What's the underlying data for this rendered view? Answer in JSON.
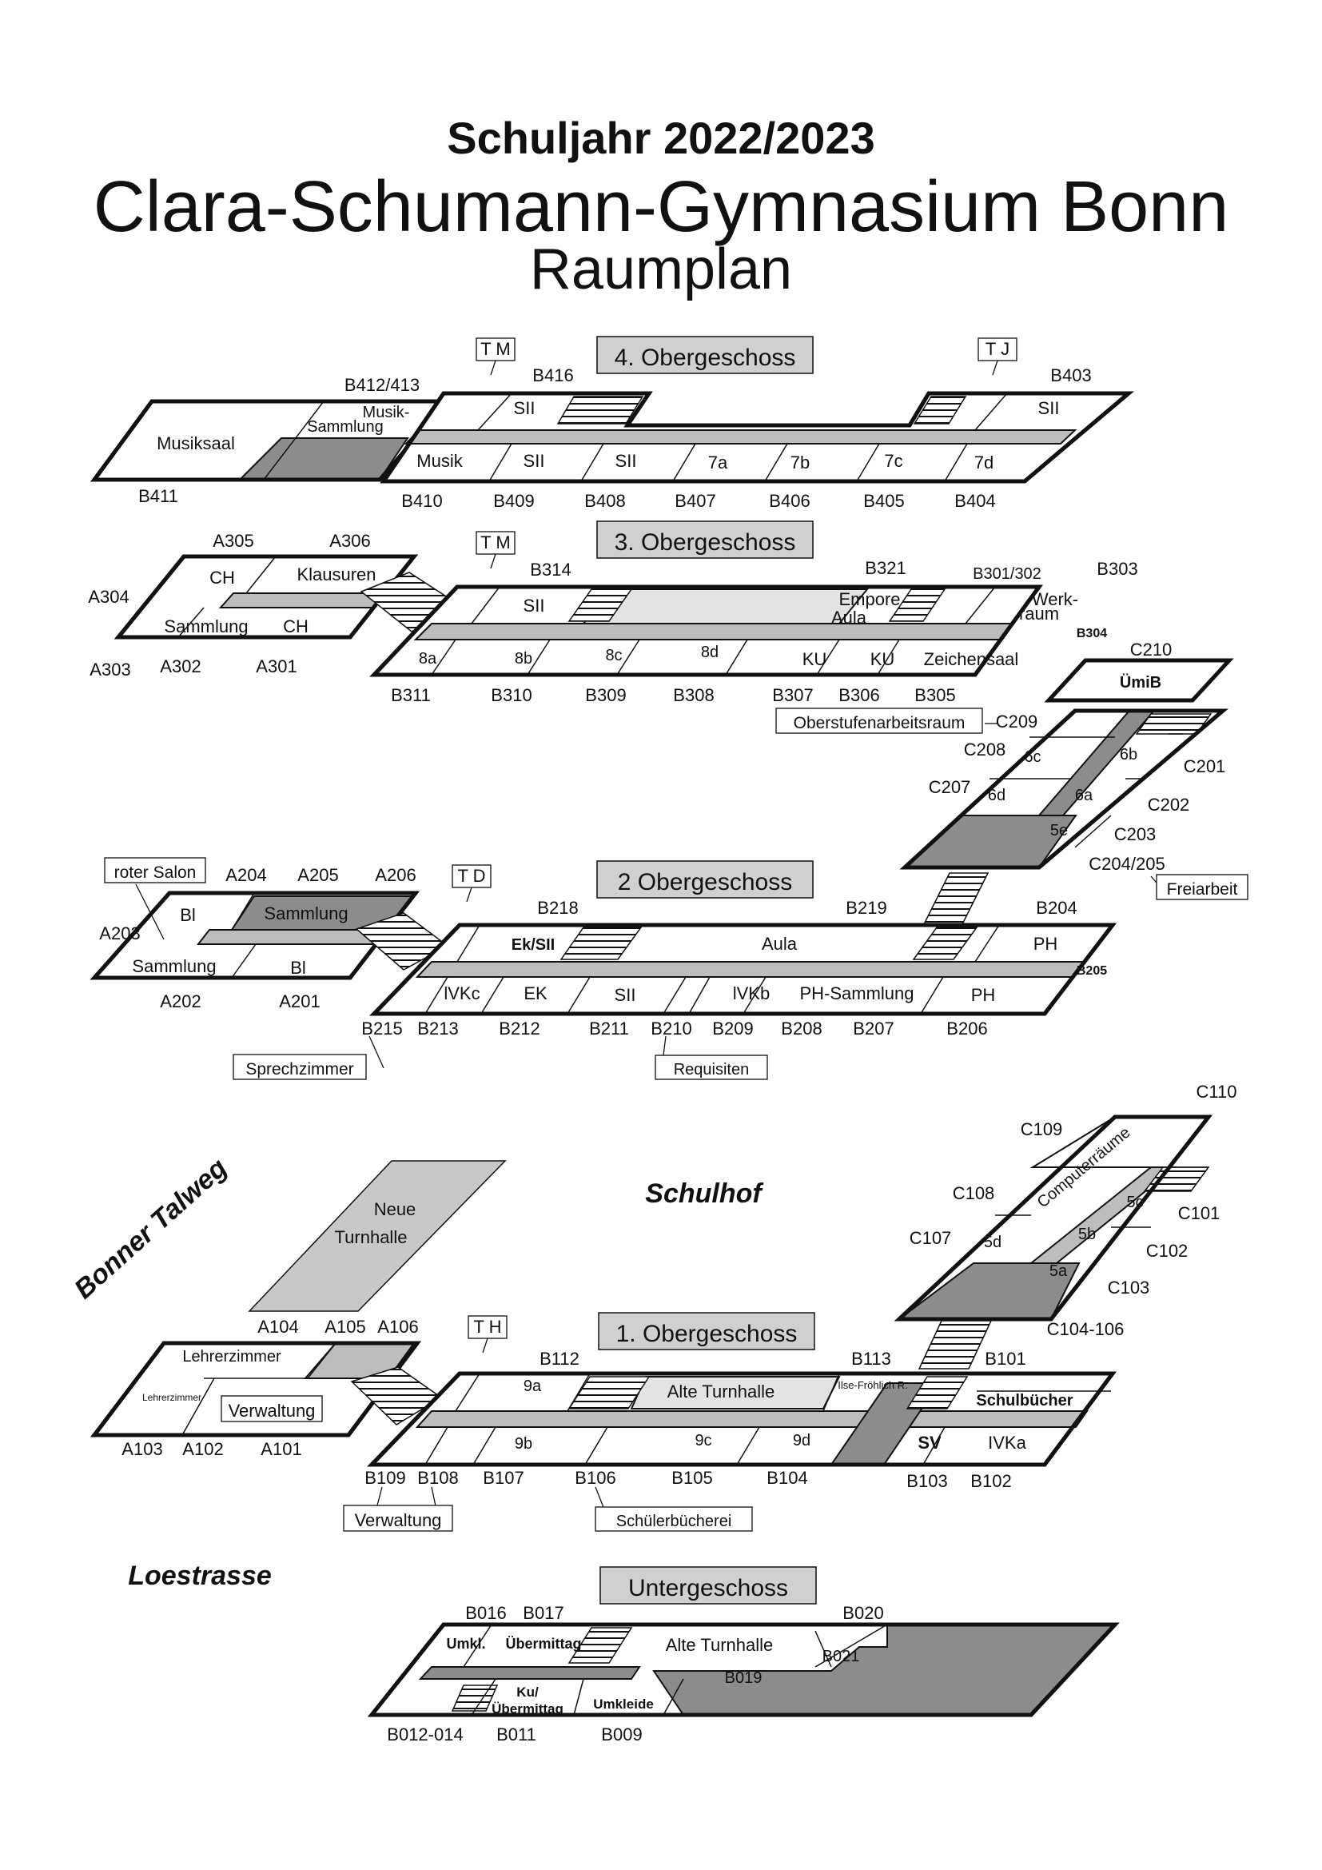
{
  "header": {
    "school_year": "Schuljahr 2022/2023",
    "school_name": "Clara-Schumann-Gymnasium Bonn",
    "plan_title": "Raumplan"
  },
  "floors": {
    "og4": {
      "title": "4. Obergeschoss",
      "tags": [
        "T M",
        "T J"
      ],
      "rooms": [
        "Musiksaal",
        "Musik-",
        "Sammlung",
        "SII",
        "Musik",
        "SII",
        "SII",
        "7a",
        "7b",
        "7c",
        "SII",
        "7d"
      ],
      "numbers": [
        "B412/413",
        "B416",
        "B403",
        "B411",
        "B410",
        "B409",
        "B408",
        "B407",
        "B406",
        "B405",
        "B404"
      ]
    },
    "og3": {
      "title": "3. Obergeschoss",
      "tags": [
        "T M"
      ],
      "rooms": [
        "CH",
        "Klausuren",
        "Sammlung",
        "CH",
        "SII",
        "Empore",
        "Aula",
        "Werk-",
        "raum",
        "8a",
        "8b",
        "8c",
        "8d",
        "KU",
        "KU",
        "Zeichensaal"
      ],
      "numbers": [
        "A305",
        "A306",
        "A304",
        "A303",
        "A302",
        "A301",
        "B314",
        "B321",
        "B301/302",
        "B303",
        "B304",
        "B311",
        "B310",
        "B309",
        "B308",
        "B307",
        "B306",
        "B305"
      ]
    },
    "cwing2": {
      "rooms": [
        "ÜmiB",
        "6c",
        "6b",
        "6d",
        "6a",
        "5e"
      ],
      "numbers": [
        "C210",
        "C209",
        "C208",
        "C201",
        "C207",
        "C202",
        "C203",
        "C204/205"
      ],
      "boxes": [
        "Oberstufenarbeitsraum",
        "Freiarbeit"
      ]
    },
    "og2": {
      "title": "2  Obergeschoss",
      "tags": [
        "T D"
      ],
      "boxes": [
        "roter Salon",
        "Sprechzimmer",
        "Requisiten"
      ],
      "rooms": [
        "Bl",
        "Sammlung",
        "Sammlung",
        "Bl",
        "Ek/SII",
        "Aula",
        "PH",
        "lVKc",
        "EK",
        "SII",
        "lVKb",
        "PH-Sammlung",
        "PH"
      ],
      "numbers": [
        "A204",
        "A205",
        "A206",
        "A203",
        "A202",
        "A201",
        "B218",
        "B219",
        "B204",
        "B205",
        "B215",
        "B213",
        "B212",
        "B211",
        "B210",
        "B209",
        "B208",
        "B207",
        "B206"
      ]
    },
    "cwing1": {
      "rooms": [
        "Computerräume",
        "5c",
        "5d",
        "5b",
        "5a"
      ],
      "numbers": [
        "C110",
        "C109",
        "C108",
        "C101",
        "C107",
        "C102",
        "C103",
        "C104-106"
      ]
    },
    "outside": {
      "street_1": "Bonner Talweg",
      "courtyard": "Schulhof",
      "street_2": "Loestrasse",
      "gym_label_1": "Neue",
      "gym_label_2": "Turnhalle"
    },
    "og1": {
      "title": "1.  Obergeschoss",
      "tags": [
        "T H"
      ],
      "boxes": [
        "Verwaltung",
        "Verwaltung",
        "Schülerbücherei"
      ],
      "rooms": [
        "Lehrerzimmer",
        "Lehrerzimmer",
        "9a",
        "Alte Turnhalle",
        "Ilse-Fröhlich R.",
        "Schulbücher",
        "9b",
        "9c",
        "9d",
        "SV",
        "IVKa"
      ],
      "numbers": [
        "A104",
        "A105",
        "A106",
        "A103",
        "A102",
        "A101",
        "B112",
        "B113",
        "B101",
        "B109",
        "B108",
        "B107",
        "B106",
        "B105",
        "B104",
        "B103",
        "B102"
      ]
    },
    "ug": {
      "title": "Untergeschoss",
      "rooms": [
        "Umkl.",
        "Übermittag",
        "Alte Turnhalle",
        "B021",
        "B019",
        "Ku/",
        "Übermittag",
        "Umkleide"
      ],
      "numbers": [
        "B016",
        "B017",
        "B020",
        "B012-014",
        "B011",
        "B009"
      ]
    }
  },
  "colors": {
    "outline": "#111111",
    "corridor": "#bdbdbd",
    "dark_area": "#8c8c8c",
    "light_area": "#e3e3e3",
    "floor_label_bg": "#d0d0d0",
    "gym": "#c8c8c8"
  }
}
